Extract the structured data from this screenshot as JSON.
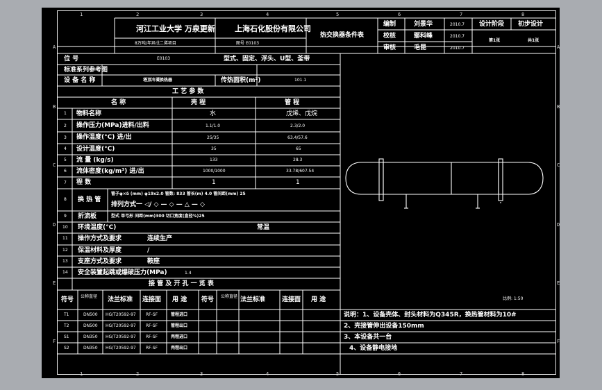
{
  "title_block": {
    "university": "河江工业大学 万泉更新",
    "company": "上海石化股份有限公司",
    "project": "8万吨/年异戊二烯项目",
    "sheet_title": "热交换器条件表",
    "drawing_no_label": "图号",
    "drawing_no_value": "E0103",
    "roles": [
      {
        "role": "编制",
        "name": "刘景华",
        "date": "2010.7"
      },
      {
        "role": "校核",
        "name": "鄢科峰",
        "date": "2010.7"
      },
      {
        "role": "审核",
        "name": "毛昆",
        "date": "2010.7"
      }
    ],
    "design_stage_label": "设计阶段",
    "design_stage_value": "初步设计",
    "page_label": "第1张",
    "total_label": "共1张"
  },
  "header_rows": {
    "position_label": "位 号",
    "position_value": "E0103",
    "type_line": "型式、固定、浮头、U型、釜带",
    "standard_label": "标准系列参考图",
    "equipment_label": "设 备 名 称",
    "equipment_value": "塔顶冷凝换热器",
    "area_label": "传热面积(m²)",
    "area_value": "101.1"
  },
  "process": {
    "section_title": "工 艺 参 数",
    "col_item": "名 称",
    "col_shell": "壳 程",
    "col_tube": "管 程",
    "rows": [
      {
        "no": "1",
        "name": "物料名称",
        "shell": "水",
        "tube": "戊烯、戊烷"
      },
      {
        "no": "2",
        "name": "操作压力(MPa)进料/出料",
        "shell": "1.1/1.0",
        "tube": "2.3/2.0"
      },
      {
        "no": "3",
        "name": "操作温度(°C) 进/出",
        "shell": "25/35",
        "tube": "63.4/57.6"
      },
      {
        "no": "4",
        "name": "设计温度(°C)",
        "shell": "35",
        "tube": "65"
      },
      {
        "no": "5",
        "name": "流 量 (kg/s)",
        "shell": "133",
        "tube": "28.3"
      },
      {
        "no": "6",
        "name": "流体密度(kg/m³) 进/出",
        "shell": "1000/1000",
        "tube": "33.78/607.54"
      },
      {
        "no": "7",
        "name": "程 数",
        "shell": "1",
        "tube": "1"
      }
    ],
    "row8_no": "8",
    "row8_label": "换 热 管",
    "row8_line1": "管子φ×δ (mm) φ19x2.0 管数: 833 管长(m) 4.0 管间距(mm) 25",
    "row8_line2": "排列方式一 ◁/ ◇ — ◇ — △ — ◇",
    "rows_more": [
      {
        "no": "9",
        "name": "折流板",
        "value": "型式 单弓形     间距(mm)300     切口宽度(直径%)25"
      },
      {
        "no": "10",
        "name": "环境温度(°C)",
        "value": "常温"
      },
      {
        "no": "11",
        "name": "操作方式及要求",
        "value": "连续生产"
      },
      {
        "no": "12",
        "name": "保温材料及厚度",
        "value": "/"
      },
      {
        "no": "13",
        "name": "支座方式及要求",
        "value": "鞍座"
      },
      {
        "no": "14",
        "name": "安全装置起跳或爆破压力(MPa)",
        "value": "1.4"
      }
    ]
  },
  "nozzles": {
    "section_title": "接 管 及 开 孔 一 览 表",
    "headers": [
      "符号",
      "公称直径",
      "法兰标准",
      "连接面",
      "用 途"
    ],
    "right_headers": [
      "符号",
      "公称直径",
      "法兰标准",
      "连接面",
      "用 途"
    ],
    "rows": [
      {
        "sym": "T1",
        "dn": "DN500",
        "std": "HG/T20592-97",
        "face": "RF-SF",
        "use": "管程进口"
      },
      {
        "sym": "T2",
        "dn": "DN500",
        "std": "HG/T20592-97",
        "face": "RF-SF",
        "use": "管程出口"
      },
      {
        "sym": "S1",
        "dn": "DN350",
        "std": "HG/T20592-97",
        "face": "RF-SF",
        "use": "壳程进口"
      },
      {
        "sym": "S2",
        "dn": "DN350",
        "std": "HG/T20592-97",
        "face": "RF-SF",
        "use": "壳程出口"
      }
    ]
  },
  "notes": {
    "scale_label": "比例: 1:50",
    "lines": [
      "说明：1、设备壳体、封头材料为Q345R，换热管材料为10#",
      "2、壳接管伸出设备150mm",
      "3、本设备共一台",
      "4、设备静电接地"
    ]
  },
  "zones": {
    "rows": [
      "A",
      "B",
      "C",
      "D",
      "E",
      "F"
    ],
    "cols": [
      "1",
      "2",
      "3",
      "4",
      "5",
      "6",
      "7",
      "8"
    ]
  }
}
